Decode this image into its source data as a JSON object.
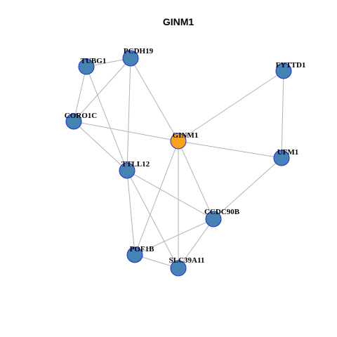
{
  "title": "GINM1",
  "colors": {
    "center_node": "#f7a21b",
    "neighbor_node": "#4682b4",
    "node_border": "#1e2fd6",
    "edge": "#b3b3b3"
  },
  "nodes": [
    {
      "id": "GINM1",
      "label": "GINM1",
      "center": true
    },
    {
      "id": "PCDH19",
      "label": "PCDH19",
      "center": false
    },
    {
      "id": "TUBG1",
      "label": "TUBG1",
      "center": false
    },
    {
      "id": "FYTTD1",
      "label": "FYTTD1",
      "center": false
    },
    {
      "id": "CORO1C",
      "label": "CORO1C",
      "center": false
    },
    {
      "id": "UFM1",
      "label": "UFM1",
      "center": false
    },
    {
      "id": "TTLL12",
      "label": "TTLL12",
      "center": false
    },
    {
      "id": "CCDC90B",
      "label": "CCDC90B",
      "center": false
    },
    {
      "id": "POF1B",
      "label": "POF1B",
      "center": false
    },
    {
      "id": "SLC39A11",
      "label": "SLC39A11",
      "center": false
    }
  ],
  "edges": [
    [
      "GINM1",
      "PCDH19"
    ],
    [
      "GINM1",
      "FYTTD1"
    ],
    [
      "GINM1",
      "CORO1C"
    ],
    [
      "GINM1",
      "UFM1"
    ],
    [
      "GINM1",
      "CCDC90B"
    ],
    [
      "GINM1",
      "POF1B"
    ],
    [
      "GINM1",
      "SLC39A11"
    ],
    [
      "TUBG1",
      "PCDH19"
    ],
    [
      "TUBG1",
      "CORO1C"
    ],
    [
      "TUBG1",
      "TTLL12"
    ],
    [
      "PCDH19",
      "CORO1C"
    ],
    [
      "PCDH19",
      "TTLL12"
    ],
    [
      "FYTTD1",
      "UFM1"
    ],
    [
      "CORO1C",
      "TTLL12"
    ],
    [
      "TTLL12",
      "CCDC90B"
    ],
    [
      "TTLL12",
      "POF1B"
    ],
    [
      "TTLL12",
      "SLC39A11"
    ],
    [
      "UFM1",
      "CCDC90B"
    ],
    [
      "CCDC90B",
      "POF1B"
    ],
    [
      "CCDC90B",
      "SLC39A11"
    ],
    [
      "POF1B",
      "SLC39A11"
    ]
  ]
}
